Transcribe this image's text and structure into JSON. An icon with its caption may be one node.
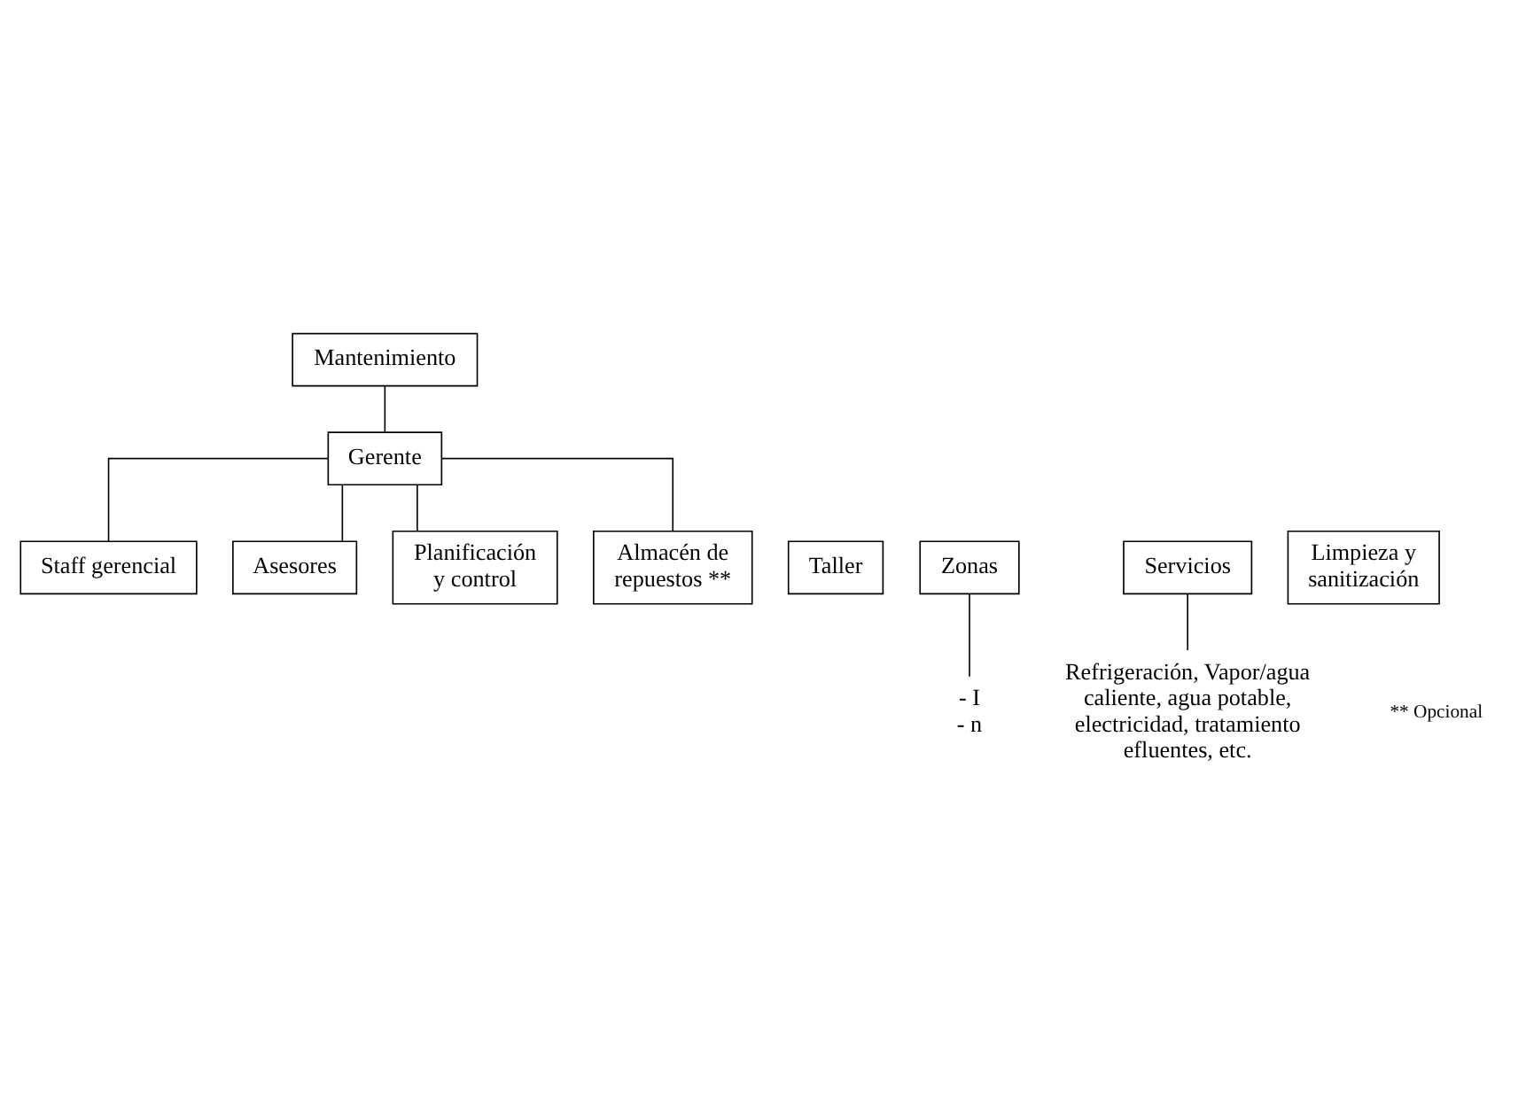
{
  "diagram": {
    "nodes": [
      {
        "text": [
          "Mantenimiento"
        ]
      },
      {
        "text": [
          "Gerente"
        ]
      },
      {
        "text": [
          "Staff gerencial"
        ]
      },
      {
        "text": [
          "Asesores"
        ]
      },
      {
        "text": [
          "Planificación y control"
        ]
      },
      {
        "text": [
          "Almacén de repuestos **"
        ]
      },
      {
        "text": [
          "Taller"
        ]
      },
      {
        "text": [
          "Zonas"
        ]
      },
      {
        "text": [
          "Servicios"
        ]
      },
      {
        "text": [
          "Limpieza y sanitización"
        ]
      },
      {
        "text": [
          "- I",
          "- n"
        ]
      },
      {
        "text": [
          "Refrigeración, Vapor/agua caliente, agua potable, electricidad, tratamiento efluentes, etc."
        ]
      }
    ],
    "edges": [
      {
        "from": 0,
        "to": 1,
        "arrow": "none"
      },
      {
        "from": 1,
        "to": 2,
        "arrow": "none"
      },
      {
        "from": 1,
        "to": 3,
        "arrow": "none"
      },
      {
        "from": 1,
        "to": 4,
        "arrow": "none"
      },
      {
        "from": 1,
        "to": 5,
        "arrow": "none"
      },
      {
        "from": 7,
        "to": 10,
        "arrow": "none"
      },
      {
        "from": 8,
        "to": 11,
        "arrow": "none"
      }
    ],
    "labels": [
      "** Opcional"
    ]
  }
}
